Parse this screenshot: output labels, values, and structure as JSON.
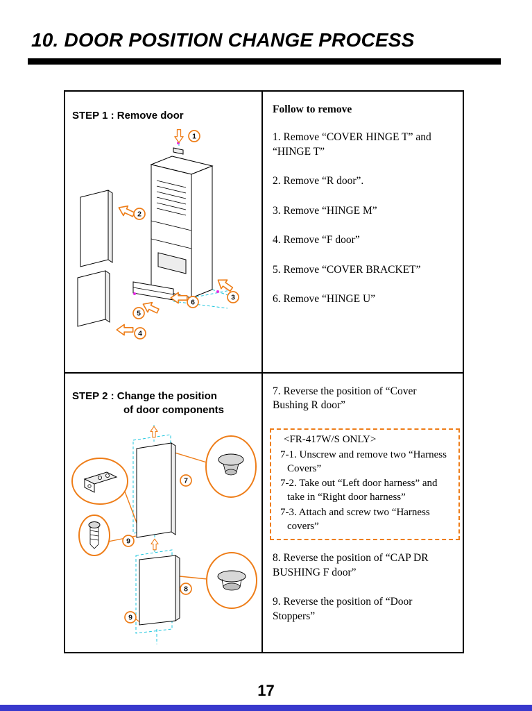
{
  "page": {
    "title": "10. DOOR POSITION CHANGE PROCESS",
    "page_number": "17",
    "accent_color": "#ee7d18",
    "dash_line_color": "#1cc6de",
    "screw_mark_color": "#e52ee5",
    "footer_bar_color": "#3838cc"
  },
  "step1": {
    "heading": "STEP 1 : Remove door",
    "instructions_title": "Follow to remove",
    "instructions": [
      "1. Remove “COVER HINGE T” and “HINGE T”",
      "2. Remove “R door”.",
      "3. Remove “HINGE M”",
      "4. Remove “F door”",
      "5. Remove “COVER BRACKET”",
      "6. Remove “HINGE U”"
    ],
    "callouts": [
      "1",
      "2",
      "3",
      "4",
      "5",
      "6"
    ]
  },
  "step2": {
    "heading_line1": "STEP 2 : Change the position",
    "heading_line2": "of door components",
    "instruction_7": "7. Reverse the position of “Cover Bushing R door”",
    "fr417_note": {
      "title": "<FR-417W/S ONLY>",
      "steps": [
        "7-1. Unscrew and remove two “Harness Covers”",
        "7-2. Take out “Left door harness” and take in “Right door harness”",
        "7-3. Attach and screw two “Harness covers”"
      ]
    },
    "instruction_8": "8. Reverse the position of “CAP DR BUSHING F door”",
    "instruction_9": "9. Reverse the position of “Door Stoppers”",
    "callouts": {
      "seven": "7",
      "eight": "8",
      "nine": "9"
    }
  }
}
